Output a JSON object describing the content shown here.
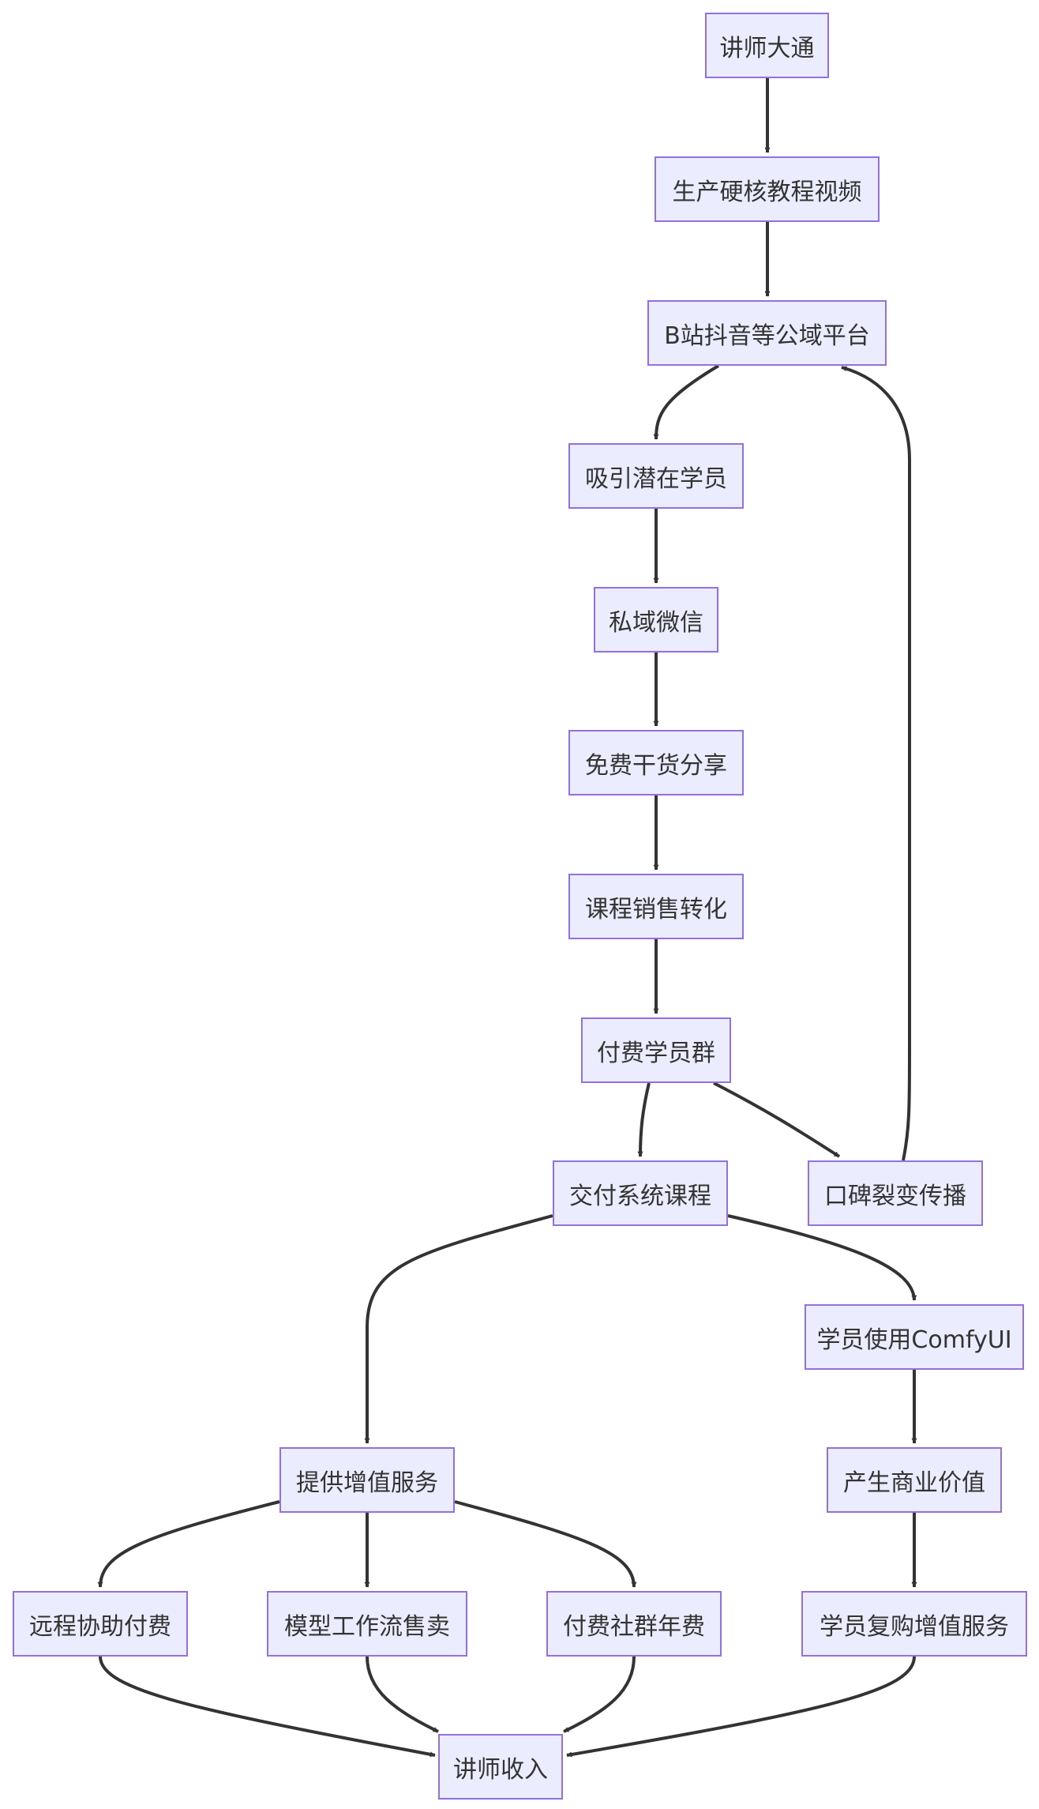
{
  "colors": {
    "node_fill": "#ececff",
    "node_border": "#9370db",
    "edge": "#333333",
    "text": "#333333",
    "background": "#ffffff"
  },
  "nodes": {
    "lecturer": "讲师大通",
    "produce_videos": "生产硬核教程视频",
    "public_platforms": "B站抖音等公域平台",
    "attract_students": "吸引潜在学员",
    "private_wechat": "私域微信",
    "free_sharing": "免费干货分享",
    "course_conversion": "课程销售转化",
    "paid_group": "付费学员群",
    "deliver_course": "交付系统课程",
    "word_of_mouth": "口碑裂变传播",
    "use_comfyui": "学员使用ComfyUI",
    "value_added": "提供增值服务",
    "business_value": "产生商业价值",
    "remote_assist": "远程协助付费",
    "model_workflow": "模型工作流售卖",
    "community_fee": "付费社群年费",
    "repurchase": "学员复购增值服务",
    "income": "讲师收入"
  },
  "edges": [
    {
      "from": "lecturer",
      "to": "produce_videos"
    },
    {
      "from": "produce_videos",
      "to": "public_platforms"
    },
    {
      "from": "public_platforms",
      "to": "attract_students"
    },
    {
      "from": "attract_students",
      "to": "private_wechat"
    },
    {
      "from": "private_wechat",
      "to": "free_sharing"
    },
    {
      "from": "free_sharing",
      "to": "course_conversion"
    },
    {
      "from": "course_conversion",
      "to": "paid_group"
    },
    {
      "from": "paid_group",
      "to": "deliver_course"
    },
    {
      "from": "paid_group",
      "to": "word_of_mouth"
    },
    {
      "from": "word_of_mouth",
      "to": "public_platforms"
    },
    {
      "from": "deliver_course",
      "to": "value_added"
    },
    {
      "from": "deliver_course",
      "to": "use_comfyui"
    },
    {
      "from": "use_comfyui",
      "to": "business_value"
    },
    {
      "from": "business_value",
      "to": "repurchase"
    },
    {
      "from": "value_added",
      "to": "remote_assist"
    },
    {
      "from": "value_added",
      "to": "model_workflow"
    },
    {
      "from": "value_added",
      "to": "community_fee"
    },
    {
      "from": "remote_assist",
      "to": "income"
    },
    {
      "from": "model_workflow",
      "to": "income"
    },
    {
      "from": "community_fee",
      "to": "income"
    },
    {
      "from": "repurchase",
      "to": "income"
    }
  ]
}
